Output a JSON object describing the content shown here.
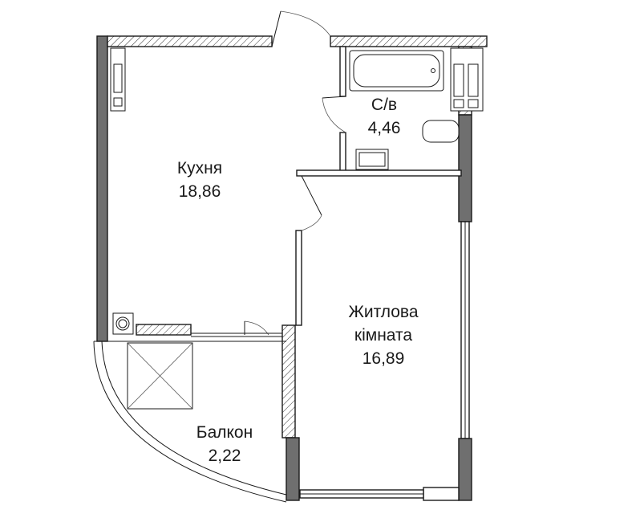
{
  "rooms": [
    {
      "name": "Кухня",
      "area": "18,86"
    },
    {
      "name": "С/в",
      "area": "4,46"
    },
    {
      "name_line1": "Житлова",
      "name_line2": "кімната",
      "area": "16,89"
    },
    {
      "name": "Балкон",
      "area": "2,22"
    }
  ],
  "colors": {
    "wall_fill": "#6f6f6f",
    "line": "#1a1a1a",
    "background": "#ffffff"
  }
}
